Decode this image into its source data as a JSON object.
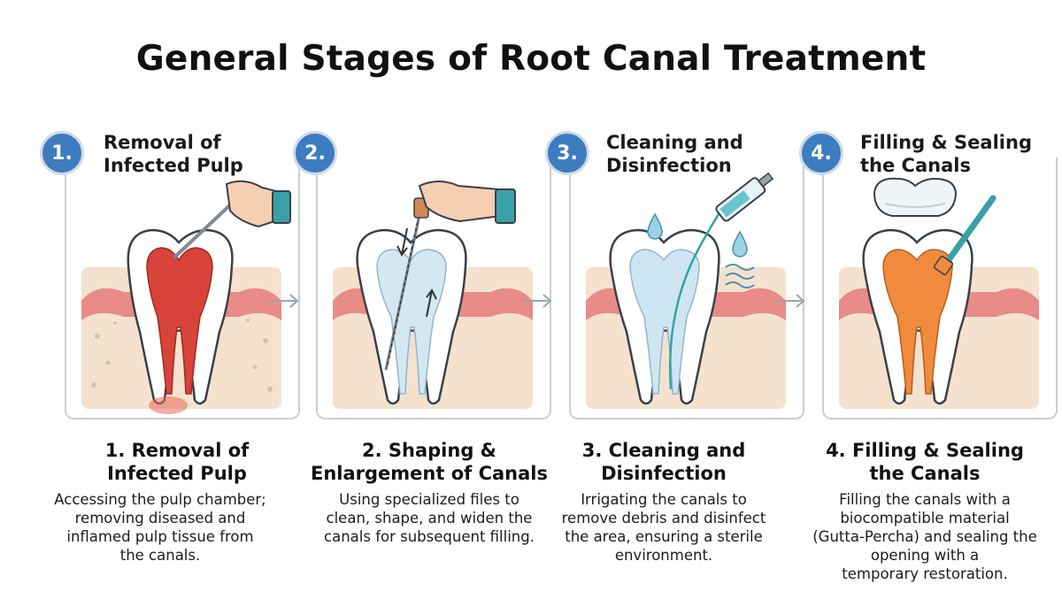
{
  "title": "General Stages of Root Canal Treatment",
  "colors": {
    "badge": "#3d7cbf",
    "frame": "#c9ced3",
    "gum": "#e98b86",
    "bone": "#f4e2cf",
    "infection": "#d8443a",
    "filling": "#f08a3c",
    "instrument_accent": "#3aa0a8"
  },
  "stages": [
    {
      "number": "1.",
      "top_title": [
        "Removal of",
        "Infected Pulp"
      ],
      "bottom_title": [
        "1. Removal of",
        "Infected Pulp"
      ],
      "description": [
        "Accessing the pulp chamber;",
        "removing diseased and",
        "inflamed pulp tissue from",
        "the canals."
      ]
    },
    {
      "number": "2.",
      "top_title": [],
      "bottom_title": [
        "2. Shaping &",
        "Enlargement of Canals"
      ],
      "description": [
        "Using specialized files to",
        "clean, shape, and widen the",
        "canals for subsequent filling."
      ]
    },
    {
      "number": "3.",
      "top_title": [
        "Cleaning and",
        "Disinfection"
      ],
      "bottom_title": [
        "3. Cleaning and",
        "Disinfection"
      ],
      "description": [
        "Irrigating the canals to",
        "remove debris and disinfect",
        "the area, ensuring a sterile",
        "environment."
      ]
    },
    {
      "number": "4.",
      "top_title": [
        "Filling & Sealing",
        "the Canals"
      ],
      "bottom_title": [
        "4. Filling & Sealing",
        "the Canals"
      ],
      "description": [
        "Filling the canals with a",
        "biocompatible material",
        "(Gutta-Percha) and sealing the",
        "opening with a",
        "temporary restoration."
      ]
    }
  ],
  "icons": [
    "hand-icon",
    "dental-explorer-icon",
    "endodontic-file-icon",
    "syringe-icon",
    "water-drop-icon",
    "water-waves-icon",
    "crown-icon",
    "arrow-right-icon"
  ]
}
